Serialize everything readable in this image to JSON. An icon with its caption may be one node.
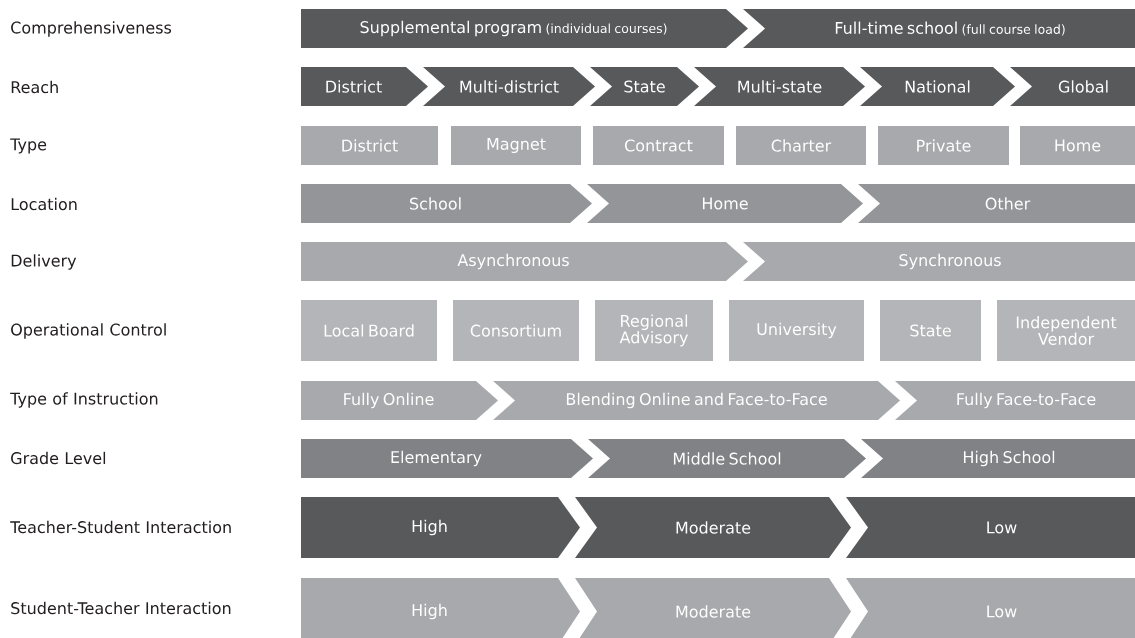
{
  "diagram": {
    "nodes": [
      {
        "text": [
          "Supplemental program",
          "(individual courses)"
        ]
      },
      {
        "text": [
          "Full-time school",
          "(full course load)"
        ]
      },
      {
        "text": [
          "District"
        ]
      },
      {
        "text": [
          "Multi-district"
        ]
      },
      {
        "text": [
          "State"
        ]
      },
      {
        "text": [
          "Multi-state"
        ]
      },
      {
        "text": [
          "National"
        ]
      },
      {
        "text": [
          "Global"
        ]
      },
      {
        "text": [
          "District"
        ]
      },
      {
        "text": [
          "Magnet"
        ]
      },
      {
        "text": [
          "Contract"
        ]
      },
      {
        "text": [
          "Charter"
        ]
      },
      {
        "text": [
          "Private"
        ]
      },
      {
        "text": [
          "Home"
        ]
      },
      {
        "text": [
          "School"
        ]
      },
      {
        "text": [
          "Home"
        ]
      },
      {
        "text": [
          "Other"
        ]
      },
      {
        "text": [
          "Asynchronous"
        ]
      },
      {
        "text": [
          "Synchronous"
        ]
      },
      {
        "text": [
          "Local Board"
        ]
      },
      {
        "text": [
          "Consortium"
        ]
      },
      {
        "text": [
          "Regional Advisory"
        ]
      },
      {
        "text": [
          "University"
        ]
      },
      {
        "text": [
          "State"
        ]
      },
      {
        "text": [
          "Independent Vendor"
        ]
      },
      {
        "text": [
          "Fully Online"
        ]
      },
      {
        "text": [
          "Blending Online and Face-to-Face"
        ]
      },
      {
        "text": [
          "Fully Face-to-Face"
        ]
      },
      {
        "text": [
          "Elementary"
        ]
      },
      {
        "text": [
          "Middle School"
        ]
      },
      {
        "text": [
          "High School"
        ]
      },
      {
        "text": [
          "High"
        ]
      },
      {
        "text": [
          "Moderate"
        ]
      },
      {
        "text": [
          "Low"
        ]
      },
      {
        "text": [
          "High"
        ]
      },
      {
        "text": [
          "Moderate"
        ]
      },
      {
        "text": [
          "Low"
        ]
      }
    ],
    "labels": [
      "Comprehensiveness",
      "Reach",
      "Type",
      "Location",
      "Delivery",
      "Operational Control",
      "Type of Instruction",
      "Grade Level",
      "Teacher-Student Interaction",
      "Student-Teacher Interaction"
    ]
  }
}
